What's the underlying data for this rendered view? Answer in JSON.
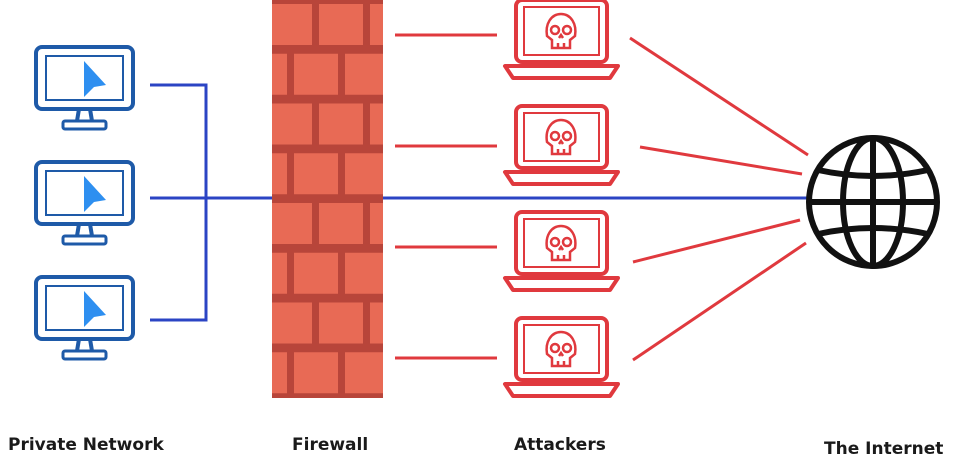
{
  "labels": {
    "private_network": "Private Network",
    "firewall": "Firewall",
    "attackers": "Attackers",
    "internet": "The Internet"
  },
  "nodes": {
    "computers": [
      {
        "icon": "desktop-computer-icon"
      },
      {
        "icon": "desktop-computer-icon"
      },
      {
        "icon": "desktop-computer-icon"
      }
    ],
    "attackers": [
      {
        "icon": "laptop-skull-icon"
      },
      {
        "icon": "laptop-skull-icon"
      },
      {
        "icon": "laptop-skull-icon"
      },
      {
        "icon": "laptop-skull-icon"
      }
    ],
    "firewall": {
      "icon": "brick-wall-icon"
    },
    "internet": {
      "icon": "globe-icon"
    }
  },
  "colors": {
    "network_blue": "#1e5aa8",
    "link_blue": "#2b44c4",
    "cursor_blue": "#2e8ff0",
    "attack_red": "#e0393e",
    "brick": "#e86a55",
    "mortar": "#b8453a",
    "globe": "#111111"
  }
}
